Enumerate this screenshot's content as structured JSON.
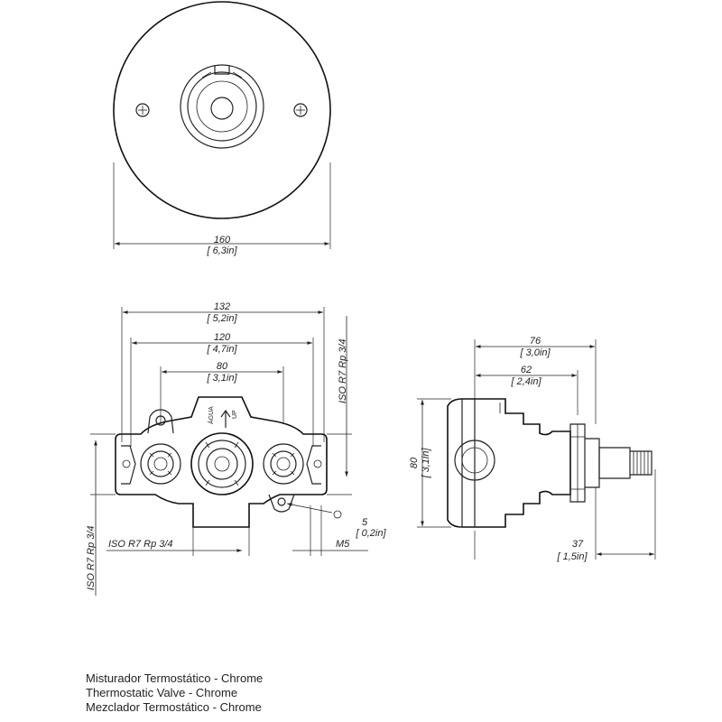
{
  "top_view": {
    "dim_diameter": {
      "value": "160",
      "imperial": "[ 6,3in]"
    }
  },
  "front_view": {
    "dim_overall": {
      "value": "132",
      "imperial": "[ 5,2in]"
    },
    "dim_ports": {
      "value": "120",
      "imperial": "[ 4,7in]"
    },
    "dim_centers": {
      "value": "80",
      "imperial": "[ 3,1in]"
    },
    "thread_side": "ISO R7 Rp 3/4",
    "thread_left": "ISO R7 Rp 3/4",
    "thread_bottom": "ISO R7 Rp 3/4",
    "dim_screw": {
      "value": "5",
      "imperial": "[ 0,2in]"
    },
    "screw_label": "M5",
    "body_marking_1": "ÁGUA",
    "body_marking_2": "UP"
  },
  "side_view": {
    "dim_depth": {
      "value": "76",
      "imperial": "[ 3,0in]"
    },
    "dim_depth_body": {
      "value": "62",
      "imperial": "[ 2,4in]"
    },
    "dim_height": {
      "value": "80",
      "imperial": "[ 3,1in]"
    },
    "dim_stem": {
      "value": "37",
      "imperial": "[ 1,5in]"
    }
  },
  "caption": {
    "line_pt": "Misturador Termostático - Chrome",
    "line_en": "Thermostatic Valve - Chrome",
    "line_es": "Mezclador Termostático - Chrome"
  }
}
